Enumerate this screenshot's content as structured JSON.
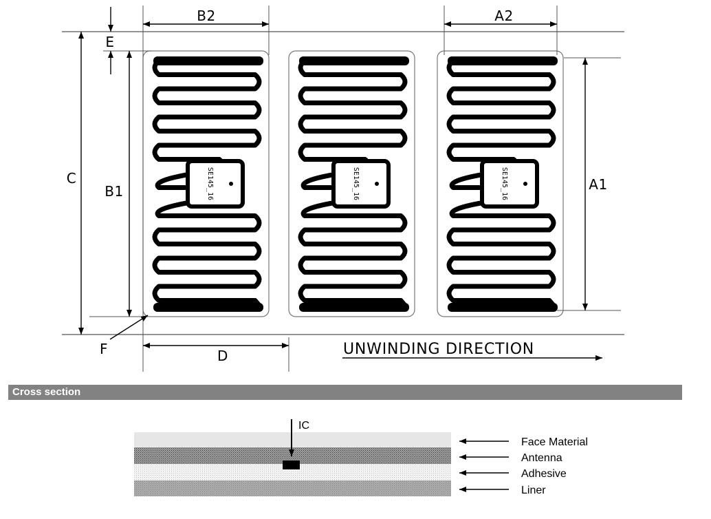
{
  "diagram": {
    "dimension_labels": {
      "b2": "B2",
      "a2": "A2",
      "e": "E",
      "c": "C",
      "b1": "B1",
      "a1": "A1",
      "f": "F",
      "d": "D"
    },
    "direction_label": "UNWINDING DIRECTION",
    "chip_marking": "SE145_16",
    "tag_count": 3
  },
  "cross_section": {
    "title": "Cross section",
    "ic_label": "IC",
    "layers": [
      {
        "label": "Face Material",
        "color": "#e8e8e8"
      },
      {
        "label": "Antenna",
        "color": "#8c8c8c"
      },
      {
        "label": "Adhesive",
        "color": "#ededed"
      },
      {
        "label": "Liner",
        "color": "#a8a8a8"
      }
    ]
  }
}
